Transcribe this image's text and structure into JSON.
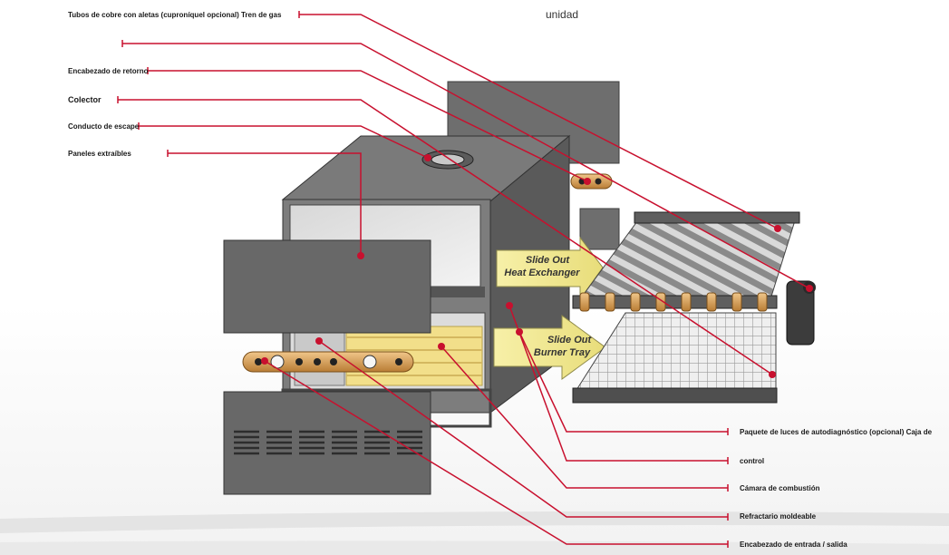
{
  "title": "unidad",
  "labels_left": [
    "Tubos de cobre con aletas (cuproníquel opcional) Tren de gas",
    "Encabezado de retorno",
    "Colector",
    "Conducto de escape",
    "Paneles extraíbles"
  ],
  "labels_right": [
    "Paquete de luces de autodiagnóstico (opcional) Caja de",
    "control",
    "Cámara de combustión",
    "Refractario moldeable",
    "Encabezado de entrada / salida"
  ],
  "arrow_heat_exchanger": [
    "Slide Out",
    "Heat Exchanger"
  ],
  "arrow_burner_tray": [
    "Slide Out",
    "Burner Tray"
  ],
  "colors": {
    "leader": "#c8102e",
    "cabinet": "#6b6b6b",
    "cabinet_dark": "#4a4a4a",
    "brass": "#d9a25a",
    "arrow": "#f4ec9a"
  }
}
